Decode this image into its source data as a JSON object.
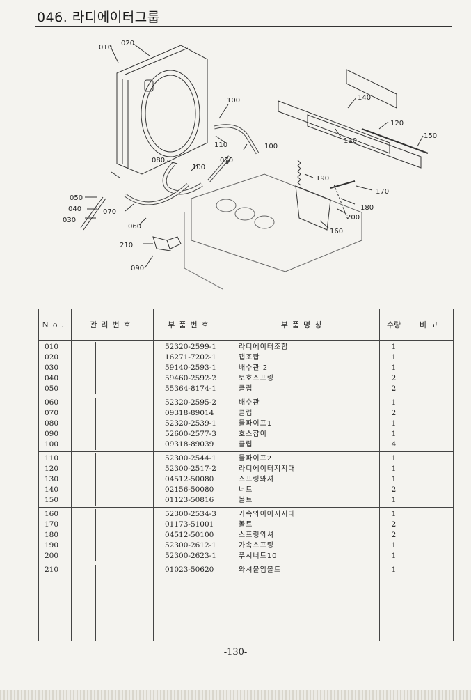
{
  "header": {
    "title": "046. 라디에이터그룹"
  },
  "diagram": {
    "callouts": [
      "010",
      "020",
      "100",
      "110",
      "100",
      "070",
      "080",
      "100",
      "050",
      "040",
      "030",
      "070",
      "060",
      "210",
      "090",
      "140",
      "120",
      "150",
      "130",
      "190",
      "170",
      "180",
      "200",
      "160"
    ]
  },
  "table": {
    "headers": {
      "no": "No.",
      "management": "관리번호",
      "part_number": "부품번호",
      "part_name": "부품명칭",
      "quantity": "수량",
      "remarks": "비고"
    },
    "rows": [
      {
        "no": "010",
        "part": "52320-2599-1",
        "name": "라디에이터조합",
        "qty": "1"
      },
      {
        "no": "020",
        "part": "16271-7202-1",
        "name": "캡조합",
        "qty": "1"
      },
      {
        "no": "030",
        "part": "59140-2593-1",
        "name": "배수관 2",
        "qty": "1"
      },
      {
        "no": "040",
        "part": "59460-2592-2",
        "name": "보호스프링",
        "qty": "2"
      },
      {
        "no": "050",
        "part": "55364-8174-1",
        "name": "클립",
        "qty": "2"
      },
      {
        "no": "060",
        "part": "52320-2595-2",
        "name": "배수관",
        "qty": "1"
      },
      {
        "no": "070",
        "part": "09318-89014",
        "name": "클립",
        "qty": "2"
      },
      {
        "no": "080",
        "part": "52320-2539-1",
        "name": "물파이프1",
        "qty": "1"
      },
      {
        "no": "090",
        "part": "52600-2577-3",
        "name": "호스잡이",
        "qty": "1"
      },
      {
        "no": "100",
        "part": "09318-89039",
        "name": "클립",
        "qty": "4"
      },
      {
        "no": "110",
        "part": "52300-2544-1",
        "name": "물파이프2",
        "qty": "1"
      },
      {
        "no": "120",
        "part": "52300-2517-2",
        "name": "라디에이터지지대",
        "qty": "1"
      },
      {
        "no": "130",
        "part": "04512-50080",
        "name": "스프링와셔",
        "qty": "1"
      },
      {
        "no": "140",
        "part": "02156-50080",
        "name": "너트",
        "qty": "2"
      },
      {
        "no": "150",
        "part": "01123-50816",
        "name": "볼트",
        "qty": "1"
      },
      {
        "no": "160",
        "part": "52300-2534-3",
        "name": "가속와이어지지대",
        "qty": "1"
      },
      {
        "no": "170",
        "part": "01173-51001",
        "name": "볼트",
        "qty": "2"
      },
      {
        "no": "180",
        "part": "04512-50100",
        "name": "스프링와셔",
        "qty": "2"
      },
      {
        "no": "190",
        "part": "52300-2612-1",
        "name": "가속스프링",
        "qty": "1"
      },
      {
        "no": "200",
        "part": "52300-2623-1",
        "name": "푸시너트10",
        "qty": "1"
      },
      {
        "no": "210",
        "part": "01023-50620",
        "name": "와셔붙임볼트",
        "qty": "1"
      }
    ]
  },
  "footer": {
    "page_number": "-130-"
  }
}
